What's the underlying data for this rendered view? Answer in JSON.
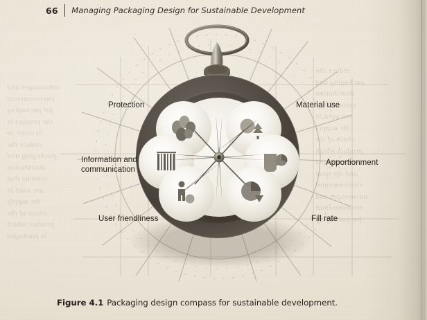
{
  "page": {
    "folio": "66",
    "running_title": "Managing Packaging Design for Sustainable Development",
    "paper_color": "#eae5d7",
    "ink_color": "#26231e"
  },
  "figure": {
    "caption_number": "Figure 4.1",
    "caption_text": "Packaging design compass for sustainable development.",
    "subject": "pocket-watch style compass with six lobes",
    "body_color": "#4a453f",
    "dial_color": "#f2efe8",
    "labels": [
      {
        "key": "protection",
        "text": "Protection",
        "position": "top-left",
        "icon": "eggs-fragile-icon"
      },
      {
        "key": "material_use",
        "text": "Material use",
        "position": "top-right",
        "icon": "tree-nature-icon"
      },
      {
        "key": "information",
        "text": "Information and\ncommunication",
        "position": "middle-left",
        "icon": "barcode-icon"
      },
      {
        "key": "apportionment",
        "text": "Apportionment",
        "position": "middle-right",
        "icon": "cup-portion-icon"
      },
      {
        "key": "user_friendly",
        "text": "User friendliness",
        "position": "bottom-left",
        "icon": "person-icon"
      },
      {
        "key": "fill_rate",
        "text": "Fill rate",
        "position": "bottom-right",
        "icon": "pie-fill-icon"
      }
    ]
  },
  "ghost_text": {
    "lines": [
      "advantages and",
      "environmental",
      "for packaging",
      "the product is",
      "in order to",
      "reduce the",
      "packaging and",
      "distribution",
      "systems that",
      "are used in",
      "the supply",
      "chain of the",
      "product which",
      "is packaged",
      "and the total",
      "environmental"
    ]
  }
}
